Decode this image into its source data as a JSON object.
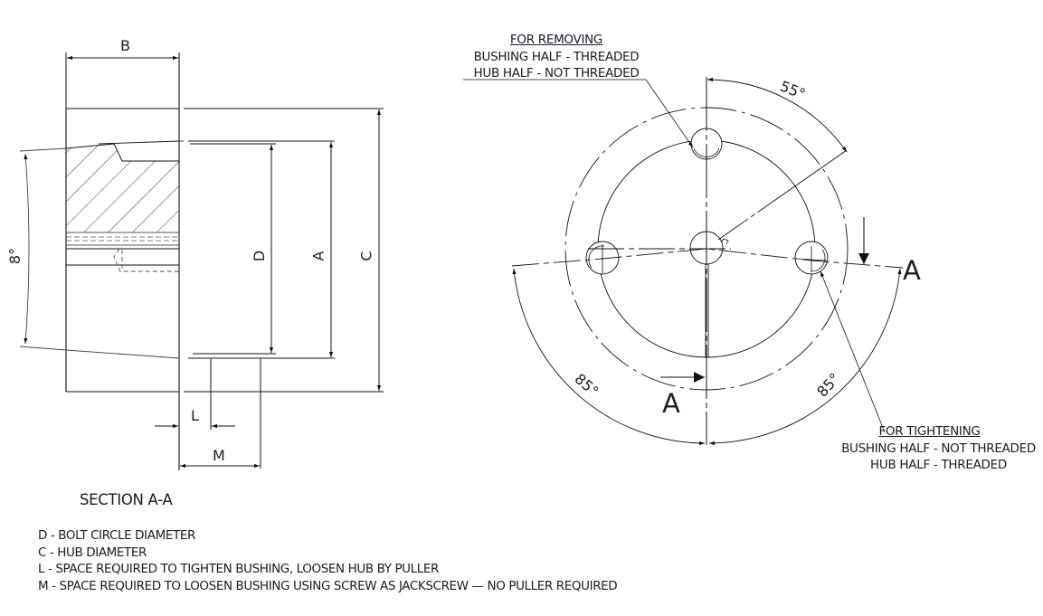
{
  "section_view": {
    "title": "SECTION A-A",
    "dimension_labels": {
      "B": "B",
      "D": "D",
      "A": "A",
      "C": "C",
      "L": "L",
      "M": "M",
      "taper_angle": "8°"
    }
  },
  "end_view": {
    "angles": {
      "top": "55°",
      "left": "85°",
      "right": "85°"
    },
    "section_markers": {
      "right": "A",
      "bottom": "A"
    },
    "callout_removing": {
      "heading": "FOR REMOVING",
      "line1": "BUSHING HALF - THREADED",
      "line2": "HUB HALF -  NOT THREADED"
    },
    "callout_tightening": {
      "heading": "FOR TIGHTENING",
      "line1": "BUSHING HALF - NOT THREADED",
      "line2": "HUB HALF - THREADED"
    }
  },
  "legend": [
    "D - BOLT CIRCLE DIAMETER",
    "C - HUB DIAMETER",
    "L  - SPACE REQUIRED TO TIGHTEN BUSHING, LOOSEN HUB BY PULLER",
    "M - SPACE REQUIRED TO LOOSEN BUSHING USING SCREW AS JACKSCREW — NO PULLER REQUIRED"
  ],
  "colors": {
    "line": "#111111",
    "thin_line": "#333333",
    "text": "#1a1a2a",
    "background": "#ffffff"
  }
}
